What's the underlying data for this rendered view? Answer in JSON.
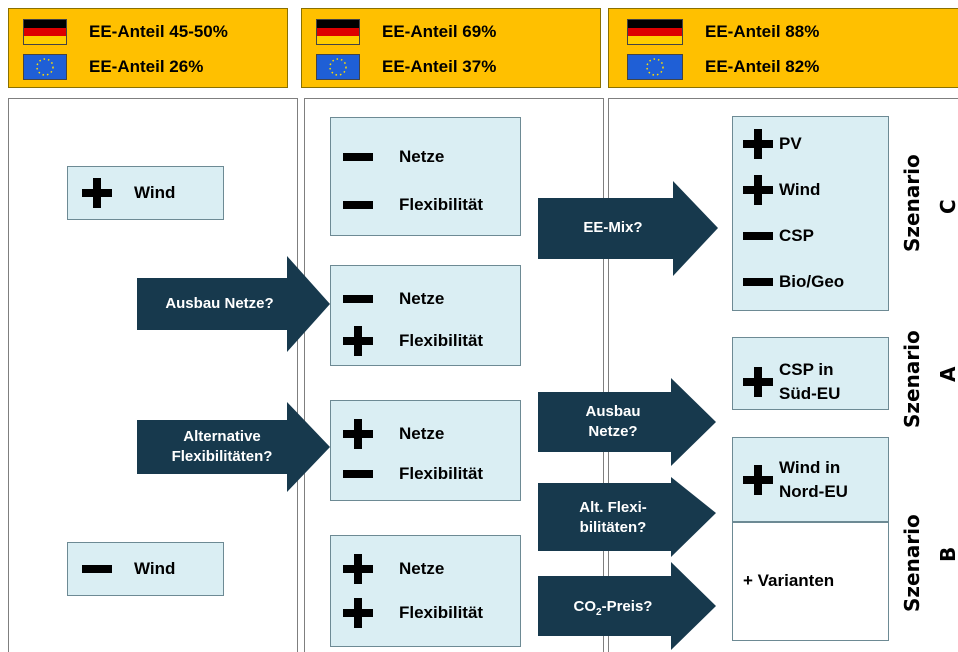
{
  "header": {
    "columns": [
      {
        "de": "EE-Anteil 45-50%",
        "eu": "EE-Anteil 26%"
      },
      {
        "de": "EE-Anteil 69%",
        "eu": "EE-Anteil 37%"
      },
      {
        "de": "EE-Anteil 88%",
        "eu": "EE-Anteil 82%"
      }
    ]
  },
  "col1": {
    "boxes": [
      {
        "sign": "+",
        "label": "Wind"
      },
      {
        "sign": "-",
        "label": "Wind"
      }
    ]
  },
  "col2": {
    "boxes": [
      [
        {
          "sign": "-",
          "label": "Netze"
        },
        {
          "sign": "-",
          "label": "Flexibilität"
        }
      ],
      [
        {
          "sign": "-",
          "label": "Netze"
        },
        {
          "sign": "+",
          "label": "Flexibilität"
        }
      ],
      [
        {
          "sign": "+",
          "label": "Netze"
        },
        {
          "sign": "-",
          "label": "Flexibilität"
        }
      ],
      [
        {
          "sign": "+",
          "label": "Netze"
        },
        {
          "sign": "+",
          "label": "Flexibilität"
        }
      ]
    ]
  },
  "arrows": {
    "ausbau_netze_1": "Ausbau Netze?",
    "alt_flex_1": [
      "Alternative",
      "Flexibilitäten?"
    ],
    "ee_mix": "EE-Mix?",
    "ausbau_netze_2": [
      "Ausbau",
      "Netze?"
    ],
    "alt_flex_2": [
      "Alt. Flexi-",
      "bilitäten?"
    ],
    "co2_main": "CO",
    "co2_sub": "2",
    "co2_tail": "-Preis?"
  },
  "col3": {
    "scenario_c": [
      {
        "sign": "+",
        "label": "PV"
      },
      {
        "sign": "+",
        "label": "Wind"
      },
      {
        "sign": "-",
        "label": "CSP"
      },
      {
        "sign": "-",
        "label": "Bio/Geo"
      }
    ],
    "scenario_a": {
      "sign": "+",
      "label": [
        "CSP in",
        "Süd-EU"
      ]
    },
    "scenario_b": {
      "sign": "+",
      "label": [
        "Wind in",
        "Nord-EU"
      ]
    },
    "varianten": "+ Varianten"
  },
  "scenarios": {
    "c": [
      "Szenario",
      "C"
    ],
    "a": [
      "Szenario",
      "A"
    ],
    "b": [
      "Szenario",
      "B"
    ]
  },
  "colors": {
    "header": "#FFC000",
    "box": "#DAEEF3",
    "arrow": "#17394D"
  }
}
